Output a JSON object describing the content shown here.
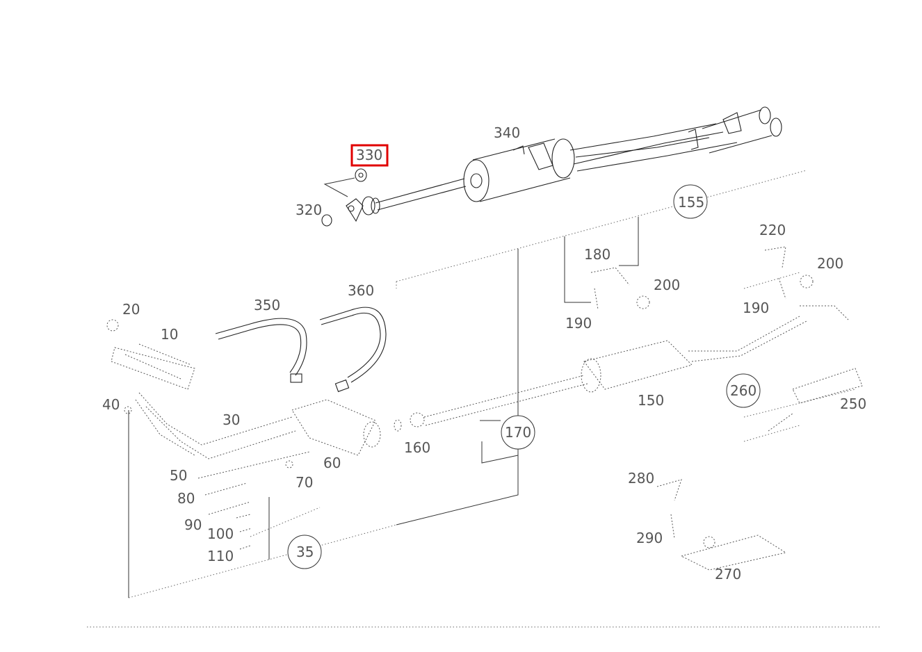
{
  "diagram": {
    "highlighted_label": "330",
    "highlight_color": "#e00000",
    "callouts": {
      "c330": "330",
      "c340": "340",
      "c320": "320",
      "c155": "155",
      "c180": "180",
      "c200a": "200",
      "c190a": "190",
      "c220": "220",
      "c200b": "200",
      "c190b": "190",
      "c350": "350",
      "c360": "360",
      "c20": "20",
      "c10": "10",
      "c40": "40",
      "c30": "30",
      "c60": "60",
      "c160": "160",
      "c170": "170",
      "c150": "150",
      "c260": "260",
      "c250": "250",
      "c50": "50",
      "c70": "70",
      "c80": "80",
      "c90": "90",
      "c100": "100",
      "c110": "110",
      "c35": "35",
      "c280": "280",
      "c290": "290",
      "c270": "270"
    }
  }
}
